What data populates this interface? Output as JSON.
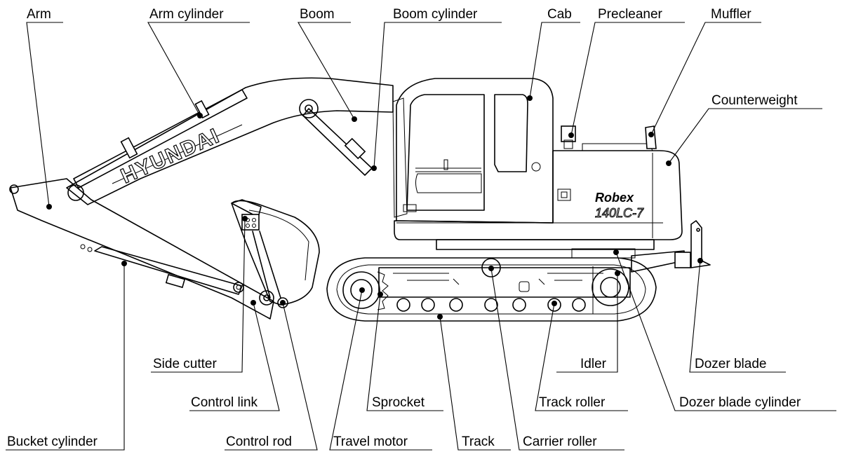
{
  "labels": {
    "arm": "Arm",
    "arm_cylinder": "Arm cylinder",
    "boom": "Boom",
    "boom_cylinder": "Boom cylinder",
    "cab": "Cab",
    "precleaner": "Precleaner",
    "muffler": "Muffler",
    "counterweight": "Counterweight",
    "side_cutter": "Side cutter",
    "control_link": "Control link",
    "bucket_cylinder": "Bucket cylinder",
    "control_rod": "Control rod",
    "travel_motor": "Travel motor",
    "sprocket": "Sprocket",
    "track": "Track",
    "carrier_roller": "Carrier roller",
    "track_roller": "Track roller",
    "idler": "Idler",
    "dozer_blade": "Dozer blade",
    "dozer_blade_cylinder": "Dozer blade cylinder"
  },
  "decals": {
    "brand": "HYUNDAI",
    "series": "Robex",
    "model": "140LC-7"
  }
}
